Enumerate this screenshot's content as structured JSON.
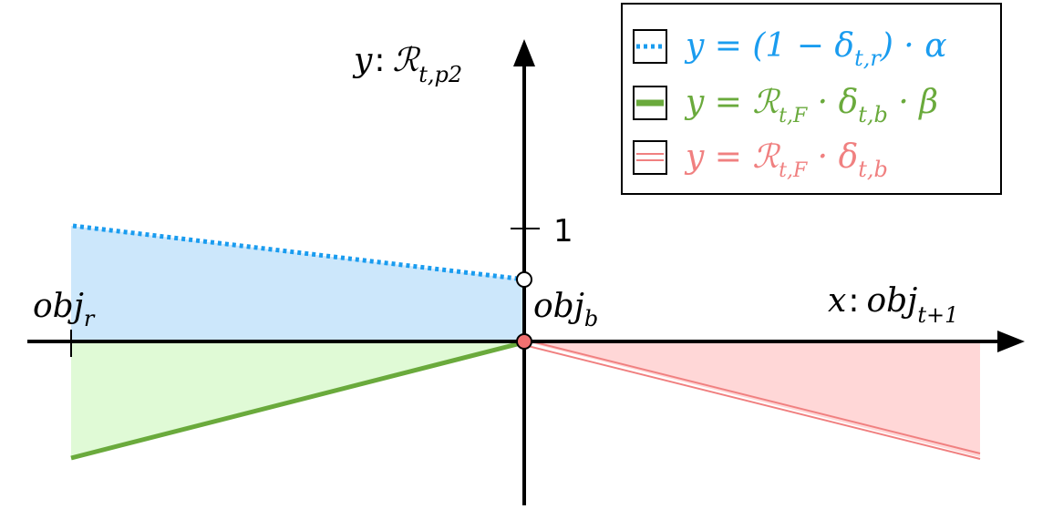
{
  "axes": {
    "y_label": {
      "var": "y",
      "sep": ":",
      "main": "ℛ",
      "sub": "t,p2"
    },
    "x_label": {
      "var": "x",
      "sep": ":",
      "main": "obj",
      "sub": "t+1"
    },
    "tick_y_1": "1",
    "obj_r": {
      "main": "obj",
      "sub": "r"
    },
    "obj_b": {
      "main": "obj",
      "sub": "b"
    }
  },
  "legend": {
    "entries": [
      {
        "id": "alpha",
        "color": "#1a9cef",
        "style": "dotted",
        "parts": [
          "y = (1 − δ",
          "t,r",
          ") · α"
        ]
      },
      {
        "id": "beta",
        "color": "#6aaa3c",
        "style": "solid-thick",
        "parts": [
          "y = ℛ",
          "t,F",
          " · δ",
          "t,b",
          " · β"
        ]
      },
      {
        "id": "plain",
        "color": "#f08080",
        "style": "double",
        "parts": [
          "y = ℛ",
          "t,F",
          " · δ",
          "t,b"
        ]
      }
    ]
  },
  "colors": {
    "blue_fill": "#cce7fb",
    "green_fill": "#e0fad6",
    "red_fill": "#ffd7d7",
    "axis": "#000000",
    "origin_point": "#f07070"
  }
}
